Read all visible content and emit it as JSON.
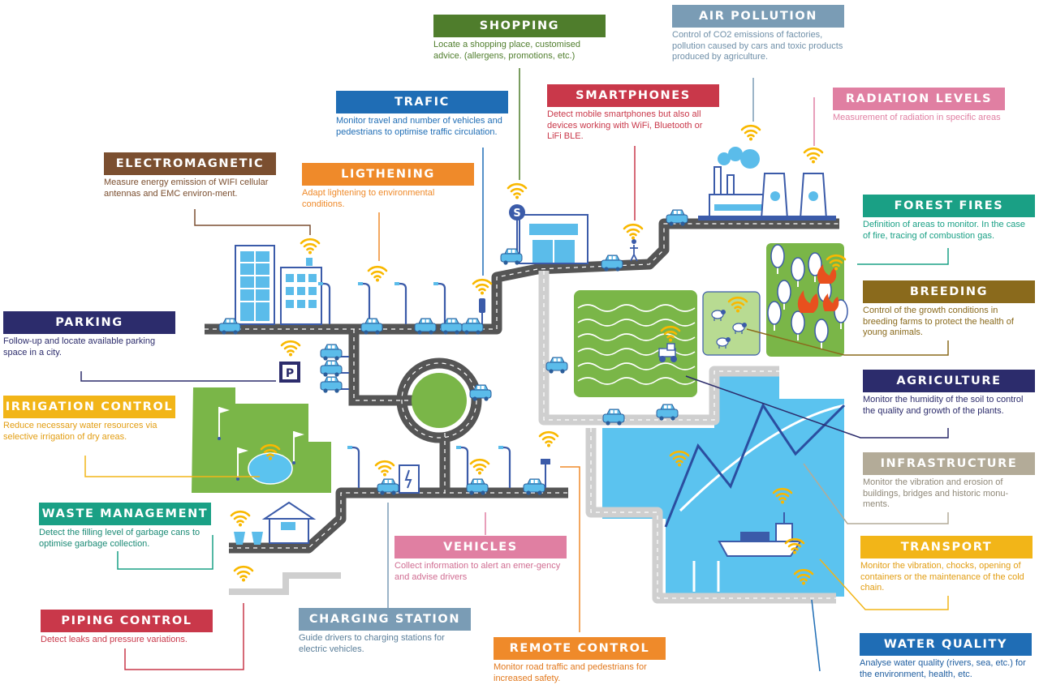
{
  "colors": {
    "road": "#555555",
    "road_dash": "#ffffff",
    "green": "#7ab648",
    "water": "#5bc3ef",
    "building": "#3b5ba9",
    "signal": "#f9b800",
    "car": "#5bbcea"
  },
  "icons": [
    "wifi-signal-icon",
    "car-icon",
    "building-icon",
    "streetlight-icon",
    "parking-sign-icon",
    "shop-sign-icon",
    "factory-icon",
    "nuclear-plant-icon",
    "tree-icon",
    "fire-icon",
    "sheep-icon",
    "tractor-icon",
    "ship-icon",
    "bridge-icon",
    "house-icon",
    "garbage-can-icon",
    "charging-station-icon",
    "pedestrian-icon",
    "traffic-light-icon",
    "camera-icon",
    "flag-icon"
  ],
  "labels": [
    {
      "id": "shopping",
      "title": "SHOPPING",
      "desc": "Locate a shopping place, customised advice. (allergens, promotions, etc.)",
      "color": "#4f7d2c",
      "text_color": "#4f7d2c"
    },
    {
      "id": "air-pollution",
      "title": "AIR POLLUTION",
      "desc": "Control of CO2 emissions of factories, pollution caused by cars and toxic products produced by agriculture.",
      "color": "#7a9cb5",
      "text_color": "#6f8fa8"
    },
    {
      "id": "smartphones",
      "title": "SMARTPHONES",
      "desc": "Detect mobile smartphones but also all devices working with WiFi, Bluetooth or LiFi BLE.",
      "color": "#c9384a",
      "text_color": "#c9384a"
    },
    {
      "id": "radiation-levels",
      "title": "RADIATION LEVELS",
      "desc": "Measurement of radiation in specific areas",
      "color": "#e07fa2",
      "text_color": "#e07fa2"
    },
    {
      "id": "trafic",
      "title": "TRAFIC",
      "desc": "Monitor travel and number of vehicles and pedestrians to optimise traffic circulation.",
      "color": "#1f6db5",
      "text_color": "#1f6db5"
    },
    {
      "id": "electromagnetic",
      "title": "ELECTROMAGNETIC",
      "desc": "Measure energy emission of WIFI cellular antennas and EMC environ-ment.",
      "color": "#7b4f30",
      "text_color": "#7b4f30"
    },
    {
      "id": "ligthening",
      "title": "LIGTHENING",
      "desc": "Adapt lightening to environmental conditions.",
      "color": "#ef8a2a",
      "text_color": "#ef8a2a"
    },
    {
      "id": "forest-fires",
      "title": "FOREST FIRES",
      "desc": "Definition of areas to monitor. In the case of fire, tracing of combustion gas.",
      "color": "#1aa085",
      "text_color": "#1aa085"
    },
    {
      "id": "breeding",
      "title": "BREEDING",
      "desc": "Control of the growth conditions in breeding farms to protect the health of young animals.",
      "color": "#8a6a1c",
      "text_color": "#8a6a1c"
    },
    {
      "id": "parking",
      "title": "PARKING",
      "desc": "Follow-up and locate available parking space in a city.",
      "color": "#2c2c6c",
      "text_color": "#2c2c6c"
    },
    {
      "id": "agriculture",
      "title": "AGRICULTURE",
      "desc": "Monitor the humidity of the soil to control the quality and growth of the plants.",
      "color": "#2c2c6c",
      "text_color": "#2c2c6c"
    },
    {
      "id": "irrigation-control",
      "title": "IRRIGATION CONTROL",
      "desc": "Reduce necessary water resources via selective irrigation of dry areas.",
      "color": "#f2b518",
      "text_color": "#e29d12"
    },
    {
      "id": "infrastructure",
      "title": "INFRASTRUCTURE",
      "desc": "Monitor the vibration and erosion of buildings, bridges and historic monu-ments.",
      "color": "#b3ab98",
      "text_color": "#8f8878"
    },
    {
      "id": "waste-management",
      "title": "WASTE MANAGEMENT",
      "desc": "Detect the filling level of garbage cans to optimise garbage collection.",
      "color": "#1aa085",
      "text_color": "#1a8a75"
    },
    {
      "id": "transport",
      "title": "TRANSPORT",
      "desc": "Monitor the vibration, chocks, opening of containers or the maintenance of the cold chain.",
      "color": "#f2b518",
      "text_color": "#e29d12"
    },
    {
      "id": "vehicles",
      "title": "VEHICLES",
      "desc": "Collect information to alert an emer-gency and advise drivers",
      "color": "#e07fa2",
      "text_color": "#d06d92"
    },
    {
      "id": "piping-control",
      "title": "PIPING CONTROL",
      "desc": "Detect leaks and pressure variations.",
      "color": "#c9384a",
      "text_color": "#c9384a"
    },
    {
      "id": "charging-station",
      "title": "CHARGING STATION",
      "desc": "Guide drivers to charging stations for electric vehicles.",
      "color": "#7a9cb5",
      "text_color": "#5b7f9a"
    },
    {
      "id": "remote-control",
      "title": "REMOTE CONTROL",
      "desc": "Monitor road traffic and pedestrians for increased safety.",
      "color": "#ef8a2a",
      "text_color": "#e2781c"
    },
    {
      "id": "water-quality",
      "title": "WATER QUALITY",
      "desc": "Analyse water quality (rivers, sea, etc.) for the environment, health, etc.",
      "color": "#1f6db5",
      "text_color": "#1f5ea0"
    }
  ]
}
